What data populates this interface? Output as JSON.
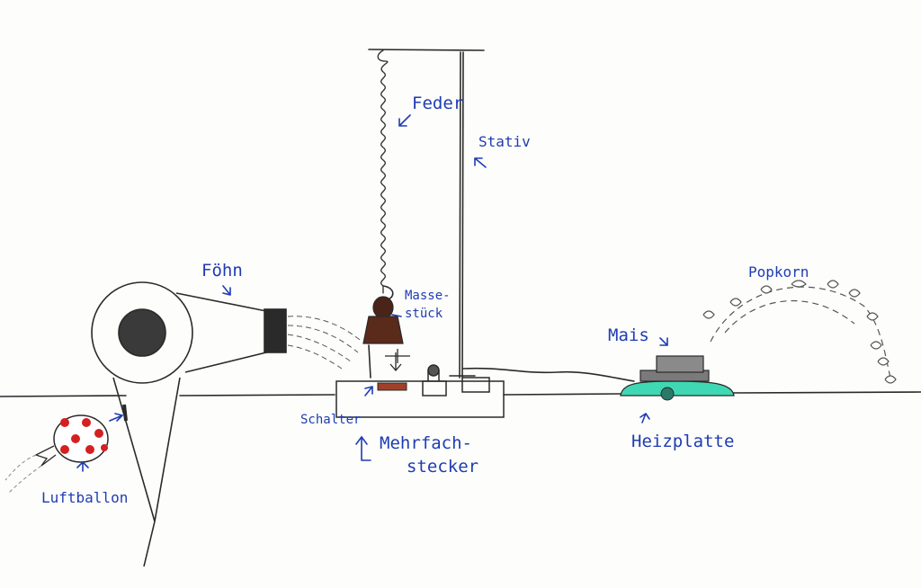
{
  "labels": {
    "feder": "Feder",
    "stativ": "Stativ",
    "foehn": "Föhn",
    "masse_1": "Masse-",
    "masse_2": "stück",
    "popkorn": "Popkorn",
    "mais": "Mais",
    "schalter": "Schalter",
    "mehrfach_1": "Mehrfach-",
    "mehrfach_2": "stecker",
    "heizplatte": "Heizplatte",
    "luftballon": "Luftballon"
  },
  "colors": {
    "pencil": "#2a2a2a",
    "ink": "#1f3cb4",
    "mass": "#5a2a1a",
    "hotplate": "#40d8b4",
    "corn": "#7a7a7a",
    "balloon_dot": "#d42020",
    "switch": "#a0402a"
  }
}
